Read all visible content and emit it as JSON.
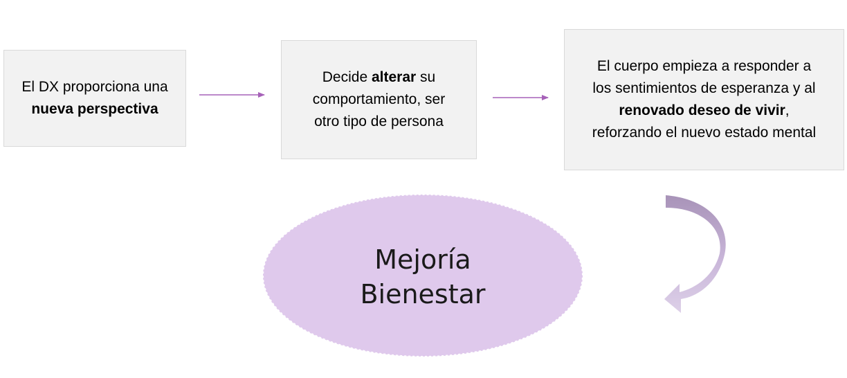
{
  "steps": [
    {
      "lines": [
        [
          {
            "t": "El DX proporciona una",
            "b": false
          }
        ],
        [
          {
            "t": "nueva perspectiva",
            "b": true
          }
        ]
      ]
    },
    {
      "lines": [
        [
          {
            "t": "Decide ",
            "b": false
          },
          {
            "t": "alterar",
            "b": true
          },
          {
            "t": " su",
            "b": false
          }
        ],
        [
          {
            "t": "comportamiento, ser",
            "b": false
          }
        ],
        [
          {
            "t": "otro tipo de persona",
            "b": false
          }
        ]
      ]
    },
    {
      "lines": [
        [
          {
            "t": "El cuerpo empieza a responder a",
            "b": false
          }
        ],
        [
          {
            "t": "los sentimientos de esperanza y al",
            "b": false
          }
        ],
        [
          {
            "t": "renovado deseo de vivir",
            "b": true
          },
          {
            "t": ",",
            "b": false
          }
        ],
        [
          {
            "t": "reforzando el nuevo estado mental",
            "b": false
          }
        ]
      ]
    }
  ],
  "outcome": {
    "line1": "Mejoría",
    "line2": "Bienestar"
  },
  "colors": {
    "box_fill": "#f2f2f2",
    "box_border": "#d9d9d9",
    "arrow": "#a661b8",
    "ellipse_fill": "#dfc9ec",
    "curved_arrow": "#b9a3c9"
  }
}
